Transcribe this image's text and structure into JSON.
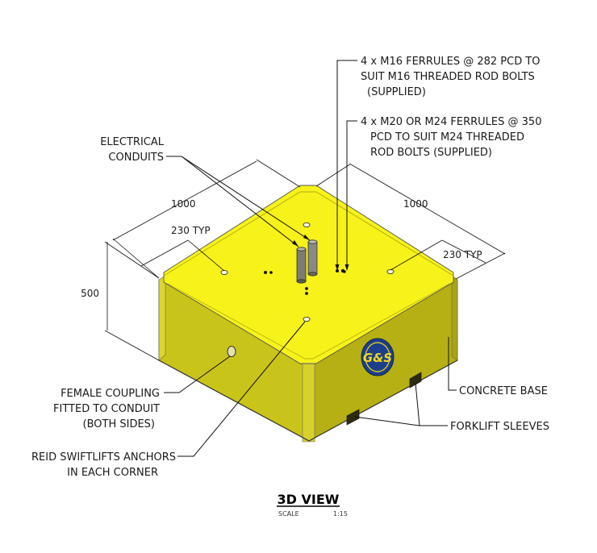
{
  "callouts": {
    "ferrules_m16": [
      "4 x M16 FERRULES @ 282 PCD TO",
      "SUIT M16 THREADED ROD BOLTS",
      "(SUPPLIED)"
    ],
    "ferrules_m20": [
      "4 x M20 OR M24 FERRULES @ 350",
      "PCD TO SUIT M24 THREADED",
      "ROD BOLTS (SUPPLIED)"
    ],
    "electrical": [
      "ELECTRICAL",
      "CONDUITS"
    ],
    "female_coupling": [
      "FEMALE COUPLING",
      "FITTED TO CONDUIT",
      "(BOTH SIDES)"
    ],
    "swiftlifts": [
      "REID SWIFTLIFTS ANCHORS",
      "IN EACH CORNER"
    ],
    "concrete_base": "CONCRETE BASE",
    "forklift": "FORKLIFT SLEEVES"
  },
  "dimensions": {
    "width_left": "1000",
    "width_right": "1000",
    "height": "500",
    "typ_left": "230 TYP",
    "typ_right": "230 TYP"
  },
  "logo": {
    "text": "G&S"
  },
  "view": {
    "title": "3D VIEW",
    "scale_label": "SCALE",
    "scale_value": "1:15"
  },
  "colors": {
    "top": "#f6f21a",
    "left_face": "#c9c41a",
    "right_face": "#b6b014",
    "logo_blue": "#1d3f8a",
    "logo_yellow": "#f4d81a"
  }
}
